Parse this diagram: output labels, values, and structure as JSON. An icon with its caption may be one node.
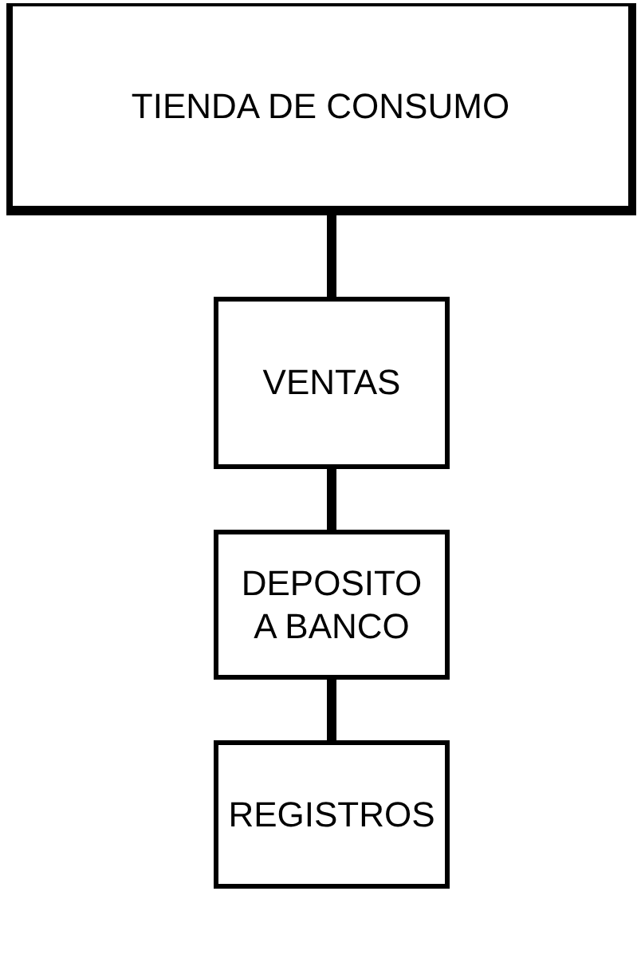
{
  "diagram": {
    "nodes": [
      {
        "text": [
          "TIENDA DE CONSUMO"
        ]
      },
      {
        "text": [
          "VENTAS"
        ]
      },
      {
        "text": [
          "DEPOSITO A BANCO"
        ]
      },
      {
        "text": [
          "REGISTROS"
        ]
      }
    ],
    "edges": [
      {
        "from": 0,
        "to": 1,
        "arrow": "none"
      },
      {
        "from": 1,
        "to": 2,
        "arrow": "none"
      },
      {
        "from": 2,
        "to": 3,
        "arrow": "none"
      }
    ]
  }
}
